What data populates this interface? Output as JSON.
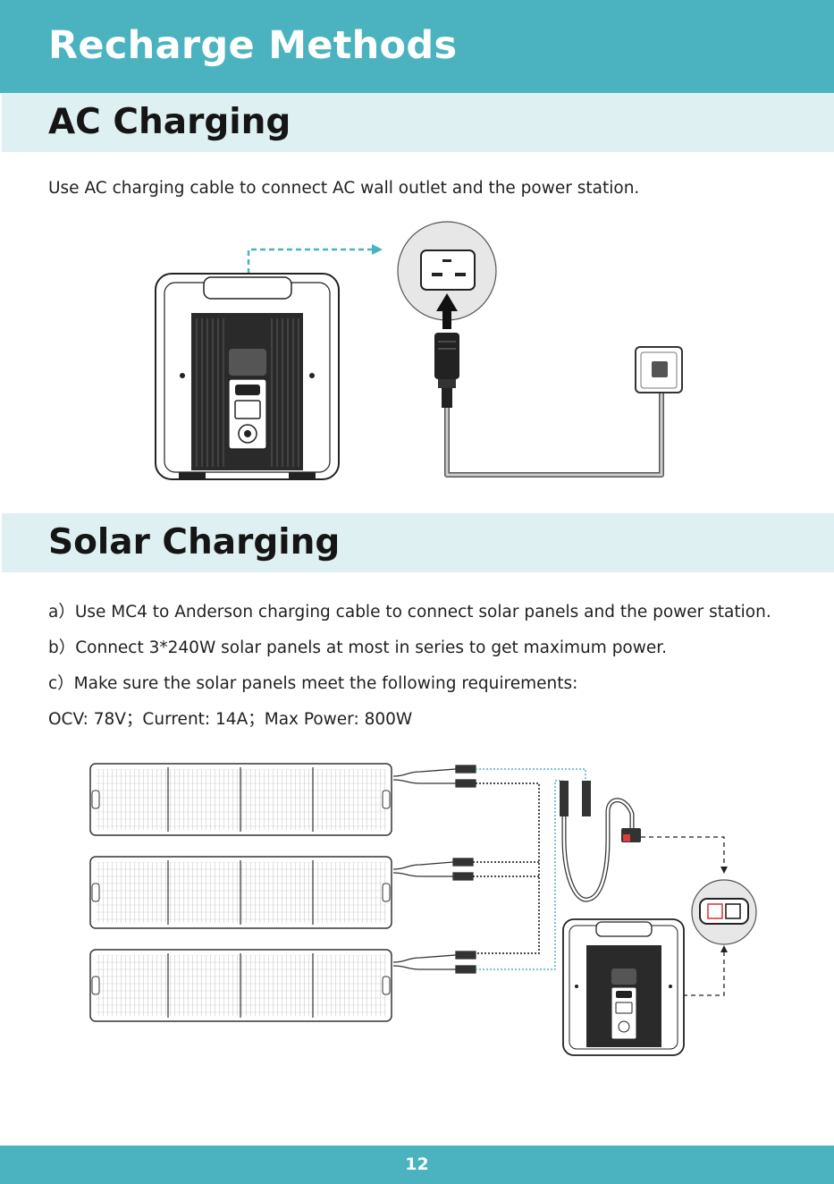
{
  "header": {
    "title": "Recharge Methods"
  },
  "ac_section": {
    "title": "AC Charging",
    "instruction": "Use AC charging cable to connect AC wall outlet and the power station."
  },
  "solar_section": {
    "title": "Solar Charging",
    "steps": [
      "a）Use MC4 to Anderson charging cable to connect solar panels and the power station.",
      "b）Connect 3*240W solar panels at most in series to get maximum power.",
      "c）Make sure the solar panels meet the following requirements:"
    ],
    "requirements": "OCV: 78V；Current: 14A；Max Power: 800W"
  },
  "footer": {
    "page_number": "12"
  },
  "colors": {
    "banner": "#4ab3bf",
    "section_bar": "#dff0f2",
    "dashed_line": "#4ab3bf",
    "anderson_red": "#e23b3b"
  }
}
